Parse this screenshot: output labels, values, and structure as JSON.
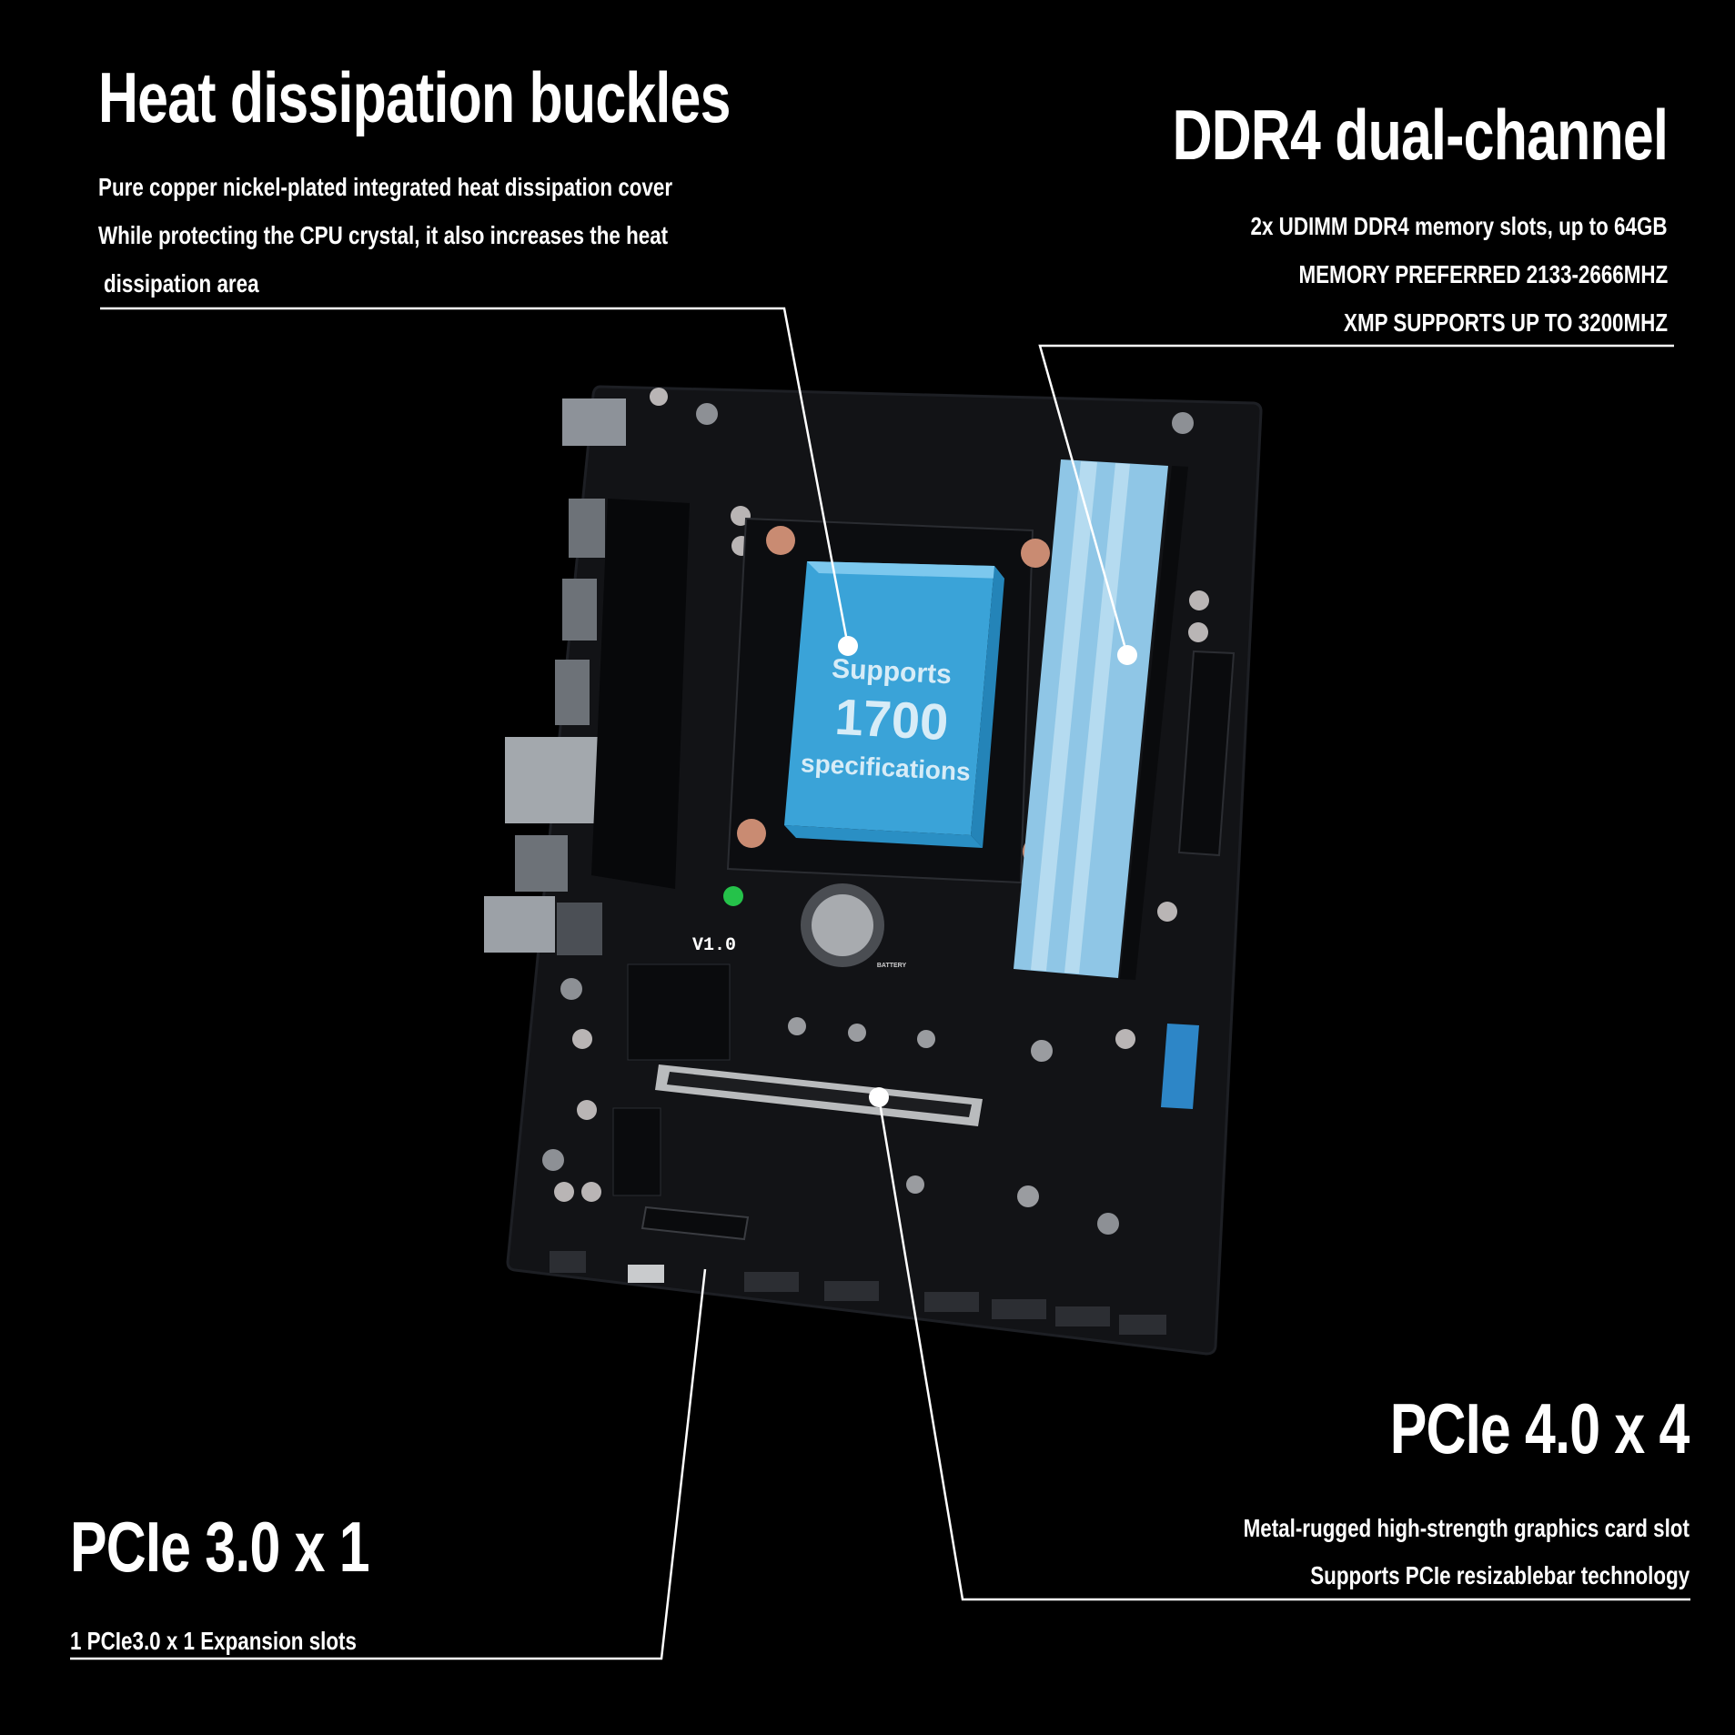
{
  "heat": {
    "title": "Heat dissipation buckles",
    "line1": "Pure copper nickel-plated integrated heat dissipation cover",
    "line2": "While protecting the CPU crystal, it also increases the heat",
    "line3": "dissipation area"
  },
  "ddr4": {
    "title": "DDR4 dual-channel",
    "line1": "2x UDIMM DDR4 memory slots, up to 64GB",
    "line2": "MEMORY PREFERRED 2133-2666MHZ",
    "line3": "XMP SUPPORTS UP TO 3200MHZ"
  },
  "pcie4": {
    "title": "PCIe 4.0 x 4",
    "line1": "Metal-rugged high-strength graphics card slot",
    "line2": "Supports PCIe resizablebar technology"
  },
  "pcie3": {
    "title": "PCIe 3.0 x 1",
    "line1": "1 PCIe3.0 x 1 Expansion slots"
  },
  "board": {
    "cpu_line1": "Supports",
    "cpu_line2": "1700",
    "cpu_line3": "specifications",
    "version": "V1.0",
    "battery": "BATTERY"
  },
  "colors": {
    "background": "#000000",
    "board": "#121316",
    "cover": "#3aa3d8",
    "ram": "#8fc6e6",
    "text": "#ffffff"
  }
}
